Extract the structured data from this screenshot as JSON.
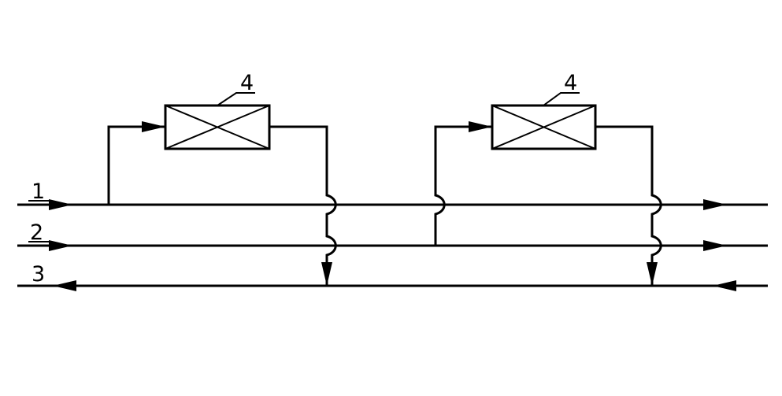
{
  "labels": {
    "pipe_1": "1",
    "pipe_2": "2",
    "pipe_3": "3",
    "unit_left": "4",
    "unit_right": "4"
  },
  "colors": {
    "line": "#000000",
    "background": "#ffffff"
  }
}
